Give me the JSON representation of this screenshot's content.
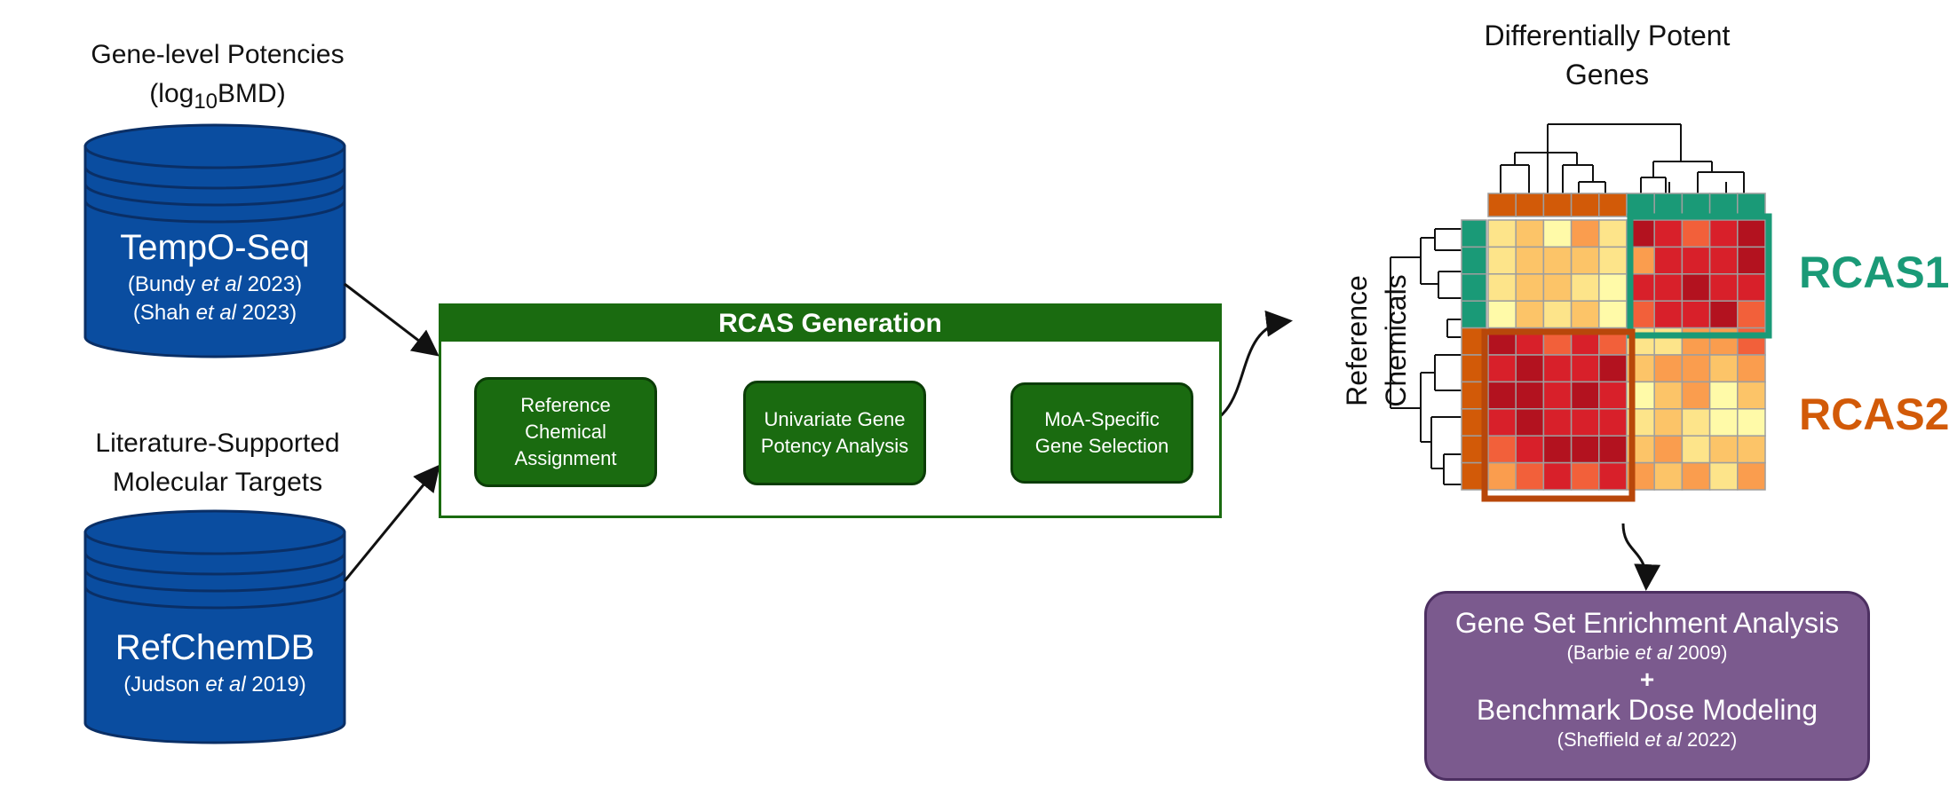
{
  "left_top_label": {
    "line1": "Gene-level Potencies",
    "line2_pre": "(log",
    "line2_sub": "10",
    "line2_post": "BMD)"
  },
  "left_bottom_label": {
    "line1": "Literature-Supported",
    "line2": "Molecular Targets"
  },
  "db_top": {
    "title": "TempO-Seq",
    "cite1_pre": "(Bundy ",
    "cite1_em": "et al",
    "cite1_post": " 2023)",
    "cite2_pre": "(Shah ",
    "cite2_em": "et al",
    "cite2_post": " 2023)"
  },
  "db_bottom": {
    "title": "RefChemDB",
    "cite1_pre": "(Judson ",
    "cite1_em": "et al",
    "cite1_post": " 2019)"
  },
  "rcas_panel": {
    "header": "RCAS Generation",
    "steps": [
      {
        "line1": "Reference",
        "line2": "Chemical",
        "line3": "Assignment"
      },
      {
        "line1": "Univariate Gene",
        "line2": "Potency Analysis"
      },
      {
        "line1": "MoA-Specific",
        "line2": "Gene Selection"
      }
    ]
  },
  "heatmap": {
    "col_title_line1": "Differentially Potent",
    "col_title_line2": "Genes",
    "row_title_line1": "Reference",
    "row_title_line2": "Chemicals",
    "rcas1": "RCAS1",
    "rcas2": "RCAS2"
  },
  "gsea": {
    "title": "Gene Set Enrichment Analysis",
    "cite1_pre": "(Barbie ",
    "cite1_em": "et al",
    "cite1_post": " 2009)",
    "plus": "+",
    "title2": "Benchmark Dose Modeling",
    "cite2_pre": "(Sheffield ",
    "cite2_em": "et al",
    "cite2_post": " 2022)"
  },
  "colors": {
    "db_blue": "#0a4da0",
    "green": "#1a6b10",
    "teal": "#1a9a77",
    "orange": "#d25a08",
    "purple": "#7b5a8e"
  }
}
